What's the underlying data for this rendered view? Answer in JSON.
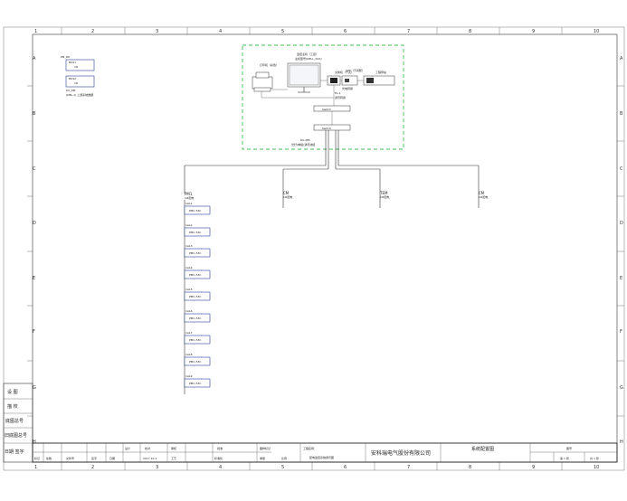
{
  "frame": {
    "col_labels": [
      "1",
      "2",
      "3",
      "4",
      "5",
      "6",
      "7",
      "8",
      "9",
      "10"
    ],
    "row_labels": [
      "A",
      "B",
      "C",
      "D",
      "E",
      "F",
      "G",
      "H"
    ]
  },
  "small_block": {
    "line1": "PM_DK",
    "line2": "BUS1",
    "line3": "1D",
    "line4": "BUS2",
    "line5": "1D",
    "line6": "DC_PM",
    "line7": "(DBL-1) 上游系统数据"
  },
  "scada": {
    "printer_label": "打印机（彩色）",
    "monitor_label": "监控主机（工控）",
    "monitor_sub": "主机型号(DELL_XXX)",
    "switch1_label": "交换机（千兆）",
    "switch1_sub": "光电转换",
    "device_right_label": "UPS（不间断）",
    "server_label": "工程师站",
    "mid_label": "EL-1",
    "mid_sub": "通讯转换",
    "switch2_label": "Switch",
    "switch3_label": "Switch",
    "bus_label": "RS-485",
    "bus_sub": "光纤(单模)通讯线缆"
  },
  "branches": [
    {
      "name": "PM1",
      "sub": "1#配电"
    },
    {
      "name": "CM",
      "sub": "1#配电"
    },
    {
      "name": "TEM",
      "sub": "1#配电"
    },
    {
      "name": "CM",
      "sub": "1#配电"
    }
  ],
  "meters": [
    {
      "tag": "1AL1",
      "model": "PMC-53C"
    },
    {
      "tag": "1AL2",
      "model": "PMC-53C"
    },
    {
      "tag": "1AL3",
      "model": "PMC-53C"
    },
    {
      "tag": "1AL4",
      "model": "PMC-53C"
    },
    {
      "tag": "1AL5",
      "model": "PMC-53C"
    },
    {
      "tag": "1AL6",
      "model": "PMC-53C"
    },
    {
      "tag": "1AL7",
      "model": "PMC-53C"
    },
    {
      "tag": "1AL8",
      "model": "PMC-53C"
    },
    {
      "tag": "1AL9",
      "model": "PMC-53C"
    }
  ],
  "side_panel": {
    "r1": "设 图",
    "r2": "描 校",
    "r3": "底图总号",
    "r4": "旧底图总号",
    "r5": "日期 签字"
  },
  "title_block": {
    "h1": "标记",
    "h2": "处数",
    "h3": "文件号",
    "h4": "签字",
    "h5": "日期",
    "h6": "设计",
    "h7": "校对",
    "h8": "审核",
    "h9": "工艺",
    "h10": "标准化",
    "h11": "批准",
    "h12": "图样标记",
    "h13": "重量",
    "h14": "比例",
    "date": "2017.10.1",
    "project_label": "工程名称：",
    "project_value": "配电监控系统通讯图",
    "company": "安科瑞电气股份有限公司",
    "drawing_name": "系统配置图",
    "drawing_no_label": "图号",
    "sheet_label": "共 1 张",
    "page_label": "第 1 张"
  }
}
